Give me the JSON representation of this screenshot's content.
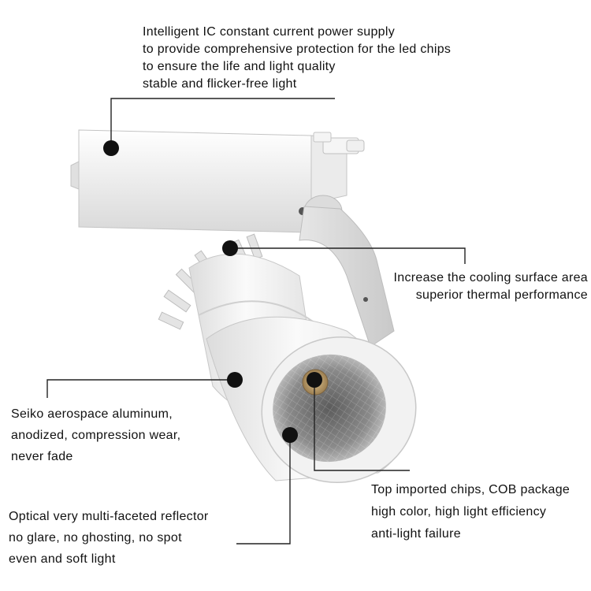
{
  "callouts": {
    "power_supply": [
      "Intelligent IC constant current power supply",
      "to provide comprehensive protection for the led chips",
      "to ensure the life and light quality",
      "stable and flicker-free light"
    ],
    "cooling": [
      "Increase the cooling surface area",
      "superior thermal performance"
    ],
    "aluminum": [
      "Seiko aerospace aluminum,",
      "anodized, compression wear,",
      "never fade"
    ],
    "chips": [
      "Top imported chips, COB package",
      "high color, high light efficiency",
      "anti-light failure"
    ],
    "reflector": [
      "Optical very multi-faceted reflector",
      "no glare, no ghosting, no spot",
      "even and soft light"
    ]
  },
  "colors": {
    "background": "#ffffff",
    "text": "#111111",
    "leader_line": "#222222",
    "marker_dot": "#111111",
    "housing": "#f2f2f2",
    "cob_chip": "#b89a6a"
  }
}
